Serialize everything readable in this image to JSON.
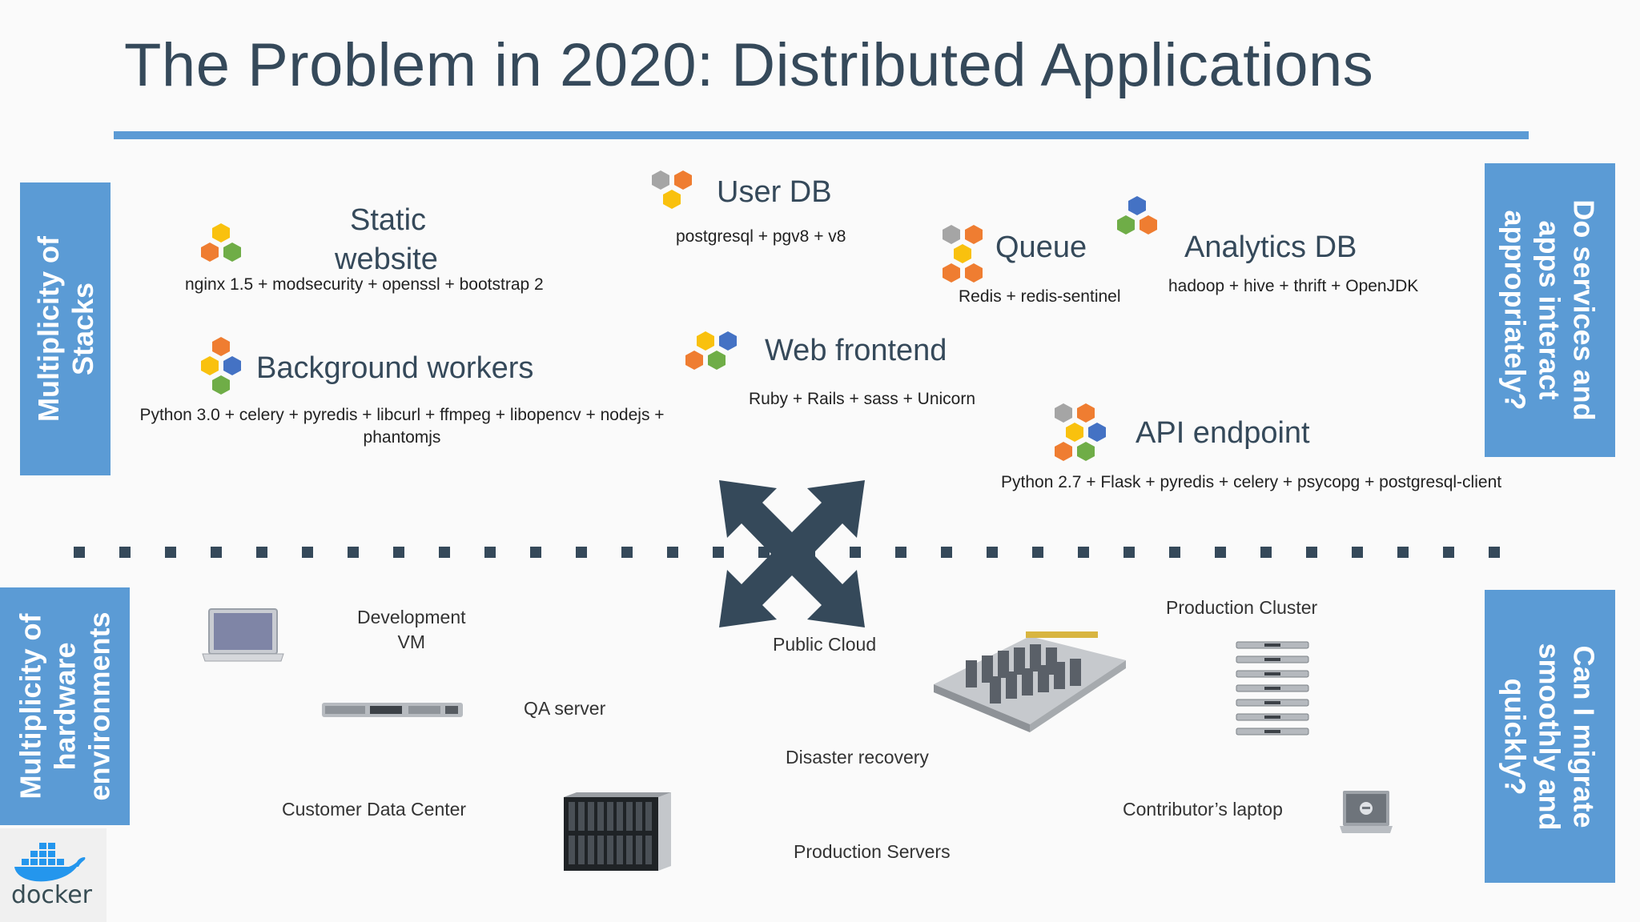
{
  "title": "The Problem in 2020: Distributed Applications",
  "side_labels": {
    "stacks": "Multiplicity of\nStacks",
    "hardware": "Multiplicity of\nhardware\nenvironments",
    "interact": "Do services and\napps interact\nappropriately?",
    "migrate": "Can I migrate\nsmoothly and\nquickly?"
  },
  "stacks": {
    "static_website": {
      "title_line1": "Static",
      "title_line2": "website",
      "tech": "nginx 1.5 + modsecurity + openssl + bootstrap 2"
    },
    "user_db": {
      "title": "User DB",
      "tech": "postgresql + pgv8 + v8"
    },
    "queue": {
      "title": "Queue",
      "tech": "Redis + redis-sentinel"
    },
    "analytics_db": {
      "title": "Analytics DB",
      "tech": "hadoop + hive + thrift + OpenJDK"
    },
    "background_workers": {
      "title": "Background workers",
      "tech": "Python 3.0 + celery + pyredis + libcurl + ffmpeg + libopencv + nodejs + phantomjs"
    },
    "web_frontend": {
      "title": "Web frontend",
      "tech": "Ruby + Rails + sass + Unicorn"
    },
    "api_endpoint": {
      "title": "API endpoint",
      "tech": "Python 2.7 + Flask + pyredis + celery + psycopg + postgresql-client"
    }
  },
  "hardware": {
    "dev_vm": "Development\nVM",
    "qa_server": "QA server",
    "public_cloud": "Public Cloud",
    "production_cluster": "Production Cluster",
    "disaster_recovery": "Disaster recovery",
    "customer_dc": "Customer Data Center",
    "contributor_laptop": "Contributor’s laptop",
    "production_servers": "Production Servers"
  },
  "logo": {
    "text": "docker"
  },
  "colors": {
    "accent_blue": "#5b9bd5",
    "dark_slate": "#35495a",
    "orange": "#ef7d31",
    "yellow": "#f9c10e",
    "green": "#6fad47",
    "blue": "#4472c4",
    "gray": "#a5a5a5"
  }
}
